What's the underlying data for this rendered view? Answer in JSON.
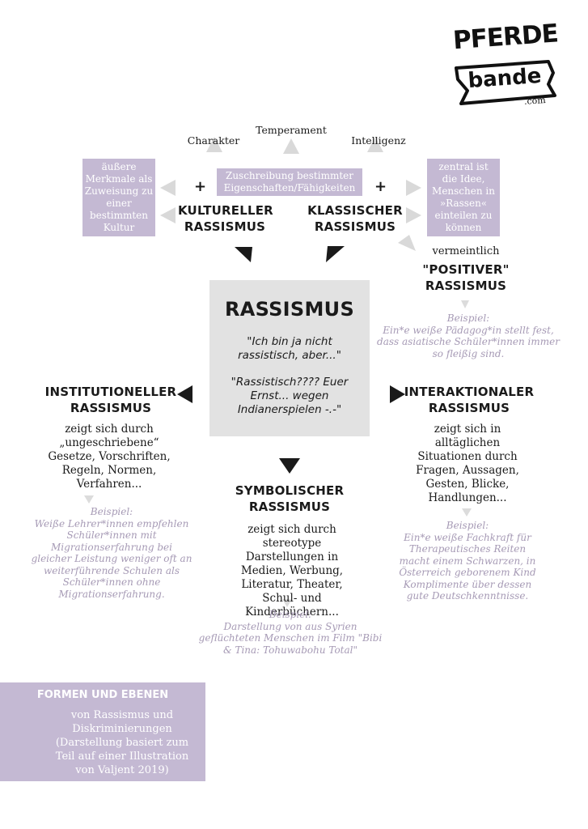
{
  "logo": {
    "line1": "PFERDE",
    "line2": "bande",
    "line3": ".com"
  },
  "top_labels": {
    "charakter": "Charakter",
    "temperament": "Temperament",
    "intelligenz": "Intelligenz"
  },
  "boxes": {
    "left": "äußere Merkmale als Zuweisung zu einer bestimmten Kultur",
    "center": "Zuschreibung bestimmter Eigenschaften/Fähigkeiten",
    "right": "zentral ist die Idee, Menschen in »Rassen« einteilen zu können"
  },
  "kultureller": {
    "line1": "KULTURELLER",
    "line2": "RASSISMUS"
  },
  "klassischer": {
    "line1": "KLASSISCHER",
    "line2": "RASSISMUS"
  },
  "positiver": {
    "pre": "vermeintlich",
    "line1": "\"POSITIVER\"",
    "line2": "RASSISMUS",
    "example_label": "Beispiel:",
    "example_text": "Ein*e weiße Pädagog*in stellt fest, dass asiatische Schüler*innen immer so fleißig sind."
  },
  "center": {
    "title": "RASSISMUS",
    "quote1": "\"Ich bin ja nicht rassistisch, aber...\"",
    "quote2": "\"Rassistisch???? Euer Ernst... wegen Indianerspielen -.-\""
  },
  "institutioneller": {
    "line1": "INSTITUTIONELLER",
    "line2": "RASSISMUS",
    "body": "zeigt sich durch „ungeschriebene“ Gesetze, Vorschriften, Regeln, Normen, Verfahren...",
    "example_label": "Beispiel:",
    "example_text": "Weiße Lehrer*innen empfehlen Schüler*innen mit Migrationserfahrung bei gleicher Leistung weniger oft an weiterführende Schulen als Schüler*innen ohne Migrationserfahrung."
  },
  "interaktionaler": {
    "line1": "INTERAKTIONALER",
    "line2": "RASSISMUS",
    "body": "zeigt sich in alltäglichen Situationen durch Fragen, Aussagen, Gesten, Blicke, Handlungen...",
    "example_label": "Beispiel:",
    "example_text": "Ein*e weiße Fachkraft für Therapeutisches Reiten macht einem Schwarzen, in Österreich geborenem Kind Komplimente über dessen gute Deutschkenntnisse."
  },
  "symbolischer": {
    "line1": "SYMBOLISCHER",
    "line2": "RASSISMUS",
    "body": "zeigt sich durch stereotype Darstellungen in Medien, Werbung, Literatur, Theater, Schul- und Kinderbüchern...",
    "example_label": "Beispiel:",
    "example_text": "Darstellung von aus Syrien geflüchteten Menschen im Film \"Bibi & Tina: Tohuwabohu Total\""
  },
  "footer": {
    "title": "FORMEN UND EBENEN",
    "text": "von Rassismus und Diskriminierungen (Darstellung basiert zum Teil auf einer Illustration von Valjent 2019)"
  },
  "colors": {
    "purple": "#c4b9d3",
    "example_purple": "#a69ab5",
    "gray_box": "#e2e2e2",
    "light_arrow": "#d9d9d9",
    "dark_arrow": "#1a1a1a"
  }
}
